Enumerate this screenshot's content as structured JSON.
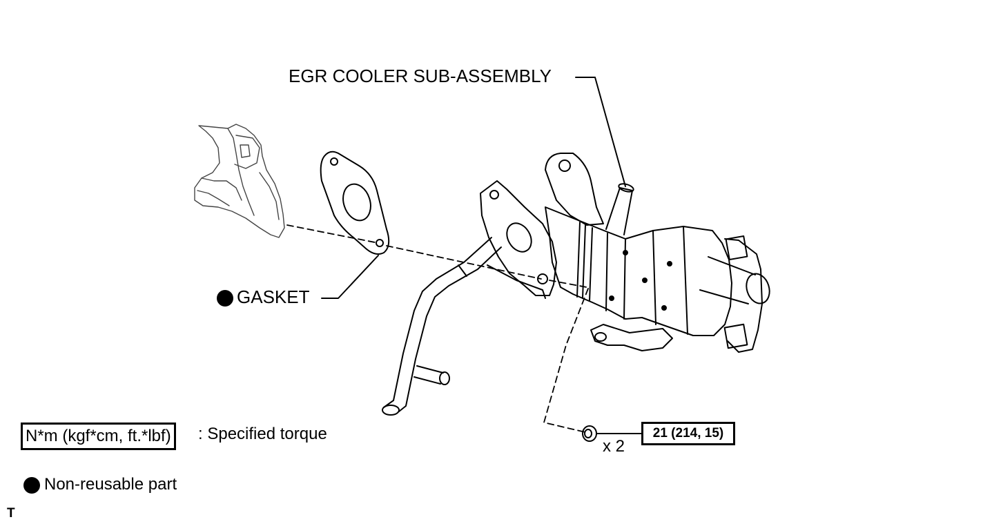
{
  "callouts": {
    "assembly_label": "EGR COOLER SUB-ASSEMBLY",
    "gasket_label": "GASKET",
    "torque_value": "21 (214, 15)",
    "quantity": "x 2"
  },
  "legend": {
    "torque_units": "N*m (kgf*cm, ft.*lbf)",
    "torque_text": ": Specified torque",
    "nonreusable_text": "Non-reusable part"
  },
  "corner_mark": "T"
}
